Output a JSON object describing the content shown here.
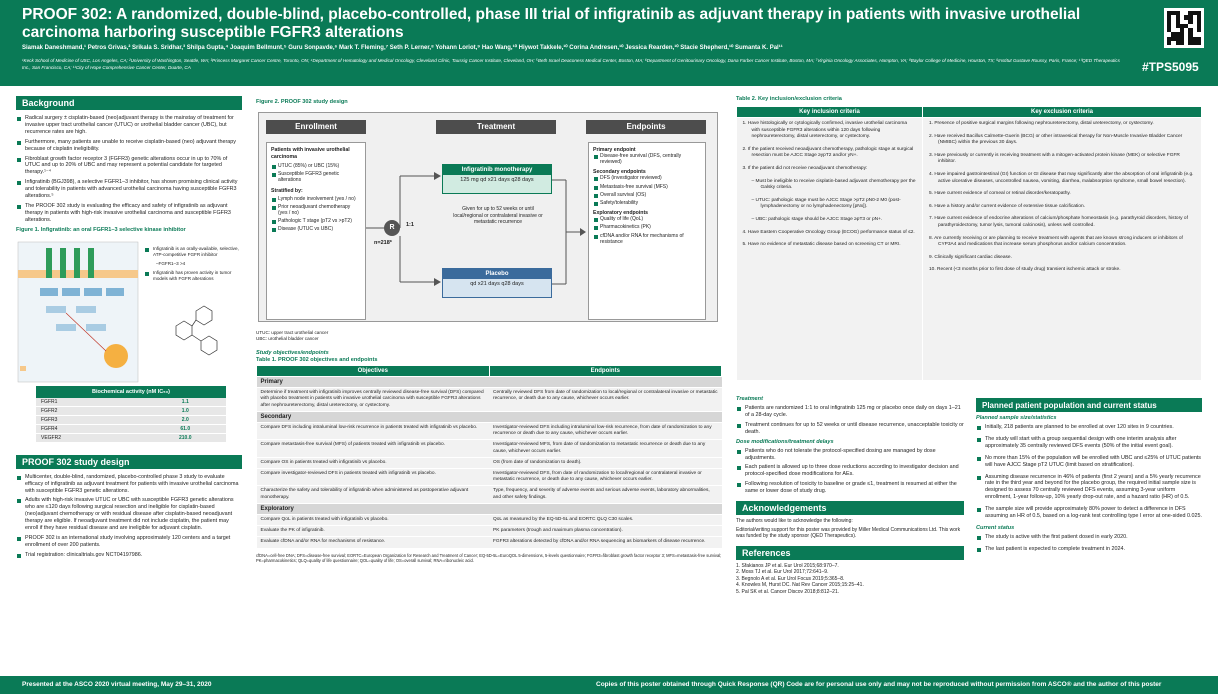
{
  "header": {
    "title": "PROOF 302: A randomized, double-blind, placebo-controlled, phase III trial of infigratinib as adjuvant therapy in patients with invasive urothelial carcinoma harboring susceptible FGFR3 alterations",
    "authors": "Siamak Daneshmand,¹ Petros Grivas,² Srikala S. Sridhar,³ Shilpa Gupta,⁴ Joaquim Bellmunt,⁵ Guru Sonpavde,⁶ Mark T. Fleming,⁷ Seth P. Lerner,⁸ Yohann Loriot,⁹ Hao Wang,¹⁰ Hiywot Takkele,¹⁰ Corina Andresen,¹⁰ Jessica Rearden,¹⁰ Stacie Shepherd,¹⁰ Sumanta K. Pal¹¹",
    "affiliations": "¹Keck School of Medicine of USC, Los Angeles, CA; ²University of Washington, Seattle, WA; ³Princess Margaret Cancer Centre, Toronto, ON; ⁴Department of Hematology and Medical Oncology, Cleveland Clinic, Taussig Cancer Institute, Cleveland, OH; ⁵Beth Israel Deaconess Medical Center, Boston, MA; ⁶Department of Genitourinary Oncology, Dana Farber Cancer Institute, Boston, MA; ⁷Virginia Oncology Associates, Hampton, VA; ⁸Baylor College of Medicine, Houston, TX; ⁹Institut Gustave Roussy, Paris, France; ¹⁰QED Therapeutics Inc., San Francisco, CA; ¹¹City of Hope Comprehensive Cancer Center, Duarte, CA",
    "tag": "#TPS5095"
  },
  "background": {
    "title": "Background",
    "bullets": [
      "Radical surgery ± cisplatin-based (neo)adjuvant therapy is the mainstay of treatment for invasive upper tract urothelial cancer (UTUC) or urothelial bladder cancer (UBC), but recurrence rates are high.",
      "Furthermore, many patients are unable to receive cisplatin-based (neo) adjuvant therapy because of cisplatin ineligibility.",
      "Fibroblast growth factor receptor 3 (FGFR3) genetic alterations occur in up to 70% of UTUC and up to 20% of UBC and may represent a potential candidate for targeted therapy.¹⁻⁴",
      "Infigratinib (BGJ398), a selective FGFR1–3 inhibitor, has shown promising clinical activity and tolerability in patients with advanced urothelial carcinoma having susceptible FGFR3 alterations.⁵",
      "The PROOF 302 study is evaluating the efficacy and safety of infigratinib as adjuvant therapy in patients with high-risk invasive urothelial carcinoma and susceptible FGFR3 alterations."
    ],
    "fig1_title": "Figure 1. Infigratinib: an oral FGFR1–3 selective kinase inhibitor",
    "fig1_notes": [
      "Infigratinib is an orally-available, selective, ATP-competitive FGFR inhibitor",
      "–FGFR1–3 >4",
      "Infigratinib has proven activity in tumor models with FGFR alterations"
    ],
    "bio_title": "Biochemical activity (nM IC₅₀)",
    "bio": [
      [
        "FGFR1",
        "1.1"
      ],
      [
        "FGFR2",
        "1.0"
      ],
      [
        "FGFR3",
        "2.0"
      ],
      [
        "FGFR4",
        "61.0"
      ],
      [
        "VEGFR2",
        "210.0"
      ]
    ]
  },
  "design": {
    "title": "PROOF 302 study design",
    "bullets": [
      "Multicenter, double-blind, randomized, placebo-controlled phase 3 study to evaluate efficacy of infigratinib as adjuvant treatment for patients with invasive urothelial carcinoma with susceptible FGFR3 genetic alterations.",
      "Adults with high-risk invasive UTUC or UBC with susceptible FGFR3 genetic alterations who are ≤120 days following surgical resection and ineligible for cisplatin-based (neo)adjuvant chemotherapy or with residual disease after cisplatin-based neoadjuvant therapy are eligible. If neoadjuvant treatment did not include cisplatin, the patient may enroll if they have residual disease and are ineligible for adjuvant cisplatin.",
      "PROOF 302 is an international study involving approximately 120 centers and a target enrollment of over 200 patients.",
      "Trial registration: clinicaltrials.gov NCT04197986."
    ]
  },
  "fig2": {
    "title": "Figure 2. PROOF 302 study design",
    "h_enroll": "Enrollment",
    "h_treat": "Treatment",
    "h_end": "Endpoints",
    "enroll_head": "Patients with invasive urothelial carcinoma",
    "enroll_items": [
      "UTUC (85%) or UBC (15%)",
      "Susceptible FGFR3 genetic alterations"
    ],
    "strat": "Stratified by:",
    "strat_items": [
      "Lymph node involvement (yes / no)",
      "Prior neoadjuvant chemotherapy (yes / no)",
      "Pathologic T stage (pT2 vs >pT2)",
      "Disease (UTUC vs UBC)"
    ],
    "r": "R",
    "ratio": "1:1",
    "n": "n=218*",
    "arm1": "Infigratinib monotherapy",
    "arm1_dose": "125 mg qd x21 days q28 days",
    "given": "Given for up to 52 weeks or until local/regional or contralateral invasive or metastatic recurrence",
    "arm2": "Placebo",
    "arm2_dose": "qd x21 days q28 days",
    "primary": "Primary endpoint",
    "primary_items": [
      "Disease-free survival (DFS, centrally reviewed)"
    ],
    "secondary": "Secondary endpoints",
    "secondary_items": [
      "DFS (investigator reviewed)",
      "Metastasis-free survival (MFS)",
      "Overall survival (OS)",
      "Safety/tolerability"
    ],
    "exploratory": "Exploratory endpoints",
    "exploratory_items": [
      "Quality of life (QoL)",
      "Pharmacokinetics (PK)",
      "cfDNA and/or RNA for mechanisms of resistance"
    ],
    "abbr1": "UTUC: upper tract urothelial cancer",
    "abbr2": "UBC: urothelial bladder cancer"
  },
  "table1": {
    "section": "Study objectives/endpoints",
    "title": "Table 1. PROOF 302 objectives and endpoints",
    "h1": "Objectives",
    "h2": "Endpoints",
    "rows": [
      {
        "cat": "Primary"
      },
      {
        "o": "Determine if treatment with infigratinib improves centrally reviewed disease-free survival (DFS) compared with placebo treatment in patients with invasive urothelial carcinoma with susceptible FGFR3 alterations after nephroureterectomy, distal ureterectomy, or cystectomy.",
        "e": "Centrally reviewed DFS from date of randomization to local/regional or contralateral invasive or metastatic recurrence, or death due to any cause, whichever occurs earlier."
      },
      {
        "cat": "Secondary"
      },
      {
        "o": "Compare DFS including intraluminal low-risk recurrence in patients treated with infigratinib vs placebo.",
        "e": "Investigator-reviewed DFS including intraluminal low-risk recurrence, from date of randomization to any recurrence or death due to any cause, whichever occurs earlier."
      },
      {
        "o": "Compare metastasis-free survival (MFS) of patients treated with infigratinib vs placebo.",
        "e": "Investigator-reviewed MFS, from date of randomization to metastatic recurrence or death due to any cause, whichever occurs earlier."
      },
      {
        "o": "Compare OS in patients treated with infigratinib vs placebo.",
        "e": "OS (from date of randomization to death)."
      },
      {
        "o": "Compare investigator-reviewed DFS in patients treated with infigratinib vs placebo.",
        "e": "Investigator-reviewed DFS, from date of randomization to local/regional or contralateral invasive or metastatic recurrence, or death due to any cause, whichever occurs earlier."
      },
      {
        "o": "Characterize the safety and tolerability of infigratinib when administered as postoperative adjuvant monotherapy.",
        "e": "Type, frequency, and severity of adverse events and serious adverse events, laboratory abnormalities, and other safety findings."
      },
      {
        "cat": "Exploratory"
      },
      {
        "o": "Compare QoL in patients treated with infigratinib vs placebo.",
        "e": "QoL as measured by the EQ-5D-5L and EORTC QLQ C30 scales."
      },
      {
        "o": "Evaluate the PK of infigratinib.",
        "e": "PK parameters (trough and maximum plasma concentration)."
      },
      {
        "o": "Evaluate cfDNA and/or RNA for mechanisms of resistance.",
        "e": "FGFR3 alterations detected by cfDNA and/or RNA sequencing as biomarkers of disease recurrence."
      }
    ],
    "foot": "cfDNA=cell-free DNA; DFS=disease-free survival; EORTC=European Organization for Research and Treatment of Cancer; EQ-5D-5L=EuroQOL 5-dimensions, 5-levels questionnaire; FGFR3=fibroblast growth factor receptor 3; MFS=metastasis-free survival; PK=pharmacokinetics; QLQ=quality of life questionnaire; QOL=quality of life; OS=overall survival; RNA=ribonucleic acid."
  },
  "table2": {
    "title": "Table 2. Key inclusion/exclusion criteria",
    "h1": "Key inclusion criteria",
    "h2": "Key exclusion criteria",
    "inc": [
      "1.  Have histologically or cytologically confirmed, invasive urothelial carcinoma with susceptible FGFR3 alterations within 120 days following nephroureterectomy, distal ureterectomy, or cystectomy.",
      "2.  If the patient received neoadjuvant chemotherapy, pathologic stage at surgical resection must be AJCC Stage ≥ypT2 and/or yN+.",
      "3.  If the patient did not receive neoadjuvant chemotherapy:",
      "–  Must be ineligible to receive cisplatin-based adjuvant chemotherapy per the Galsky criteria.",
      "–  UTUC: pathologic stage must be AJCC Stage >pT2 pN0-2 M0 (post-lymphadenectomy or no lymphadenectomy [pNx]).",
      "–  UBC: pathologic stage should be AJCC Stage ≥pT3 or pN+.",
      "4.  Have Eastern Cooperative Oncology Group (ECOG) performance status of ≤2.",
      "5.  Have no evidence of metastatic disease based on screening CT or MRI."
    ],
    "exc": [
      "1.  Presence of positive surgical margins following nephroureterectomy, distal ureterectomy, or cystectomy.",
      "2.  Have received Bacillus Calmette-Guerin (BCG) or other intravesical therapy for Non-Muscle Invasive Bladder Cancer (NMIBC) within the previous 30 days.",
      "3.  Have previously or currently is receiving treatment with a mitogen-activated protein kinase (MEK) or selective FGFR inhibitor.",
      "4.  Have impaired gastrointestinal (GI) function or GI disease that may significantly alter the absorption of oral infigratinib (e.g. active ulcerative diseases, uncontrolled nausea, vomiting, diarrhea, malabsorption syndrome, small bowel resection).",
      "5.  Have current evidence of corneal or retinal disorder/keratopathy.",
      "6.  Have a history and/or current evidence of extensive tissue calcification.",
      "7.  Have current evidence of endocrine alterations of calcium/phosphate homeostasis (e.g. parathyroid disorders, history of parathyroidectomy, tumor lysis, tumoral calcinosis), unless well controlled.",
      "8.  Are currently receiving or are planning to receive treatment with agents that are known strong inducers or inhibitors of CYP3A4 and medications that increase serum phosphorus and/or calcium concentration.",
      "9.  Clinically significant cardiac disease.",
      "10. Recent (<3 months prior to first dose of study drug) transient ischemic attack or stroke."
    ]
  },
  "treatment": {
    "title": "Treatment",
    "bullets": [
      "Patients are randomized 1:1 to oral infigratinib 125 mg or placebo once daily on days 1–21 of a 28-day cycle.",
      "Treatment continues for up to 52 weeks or until disease recurrence, unacceptable toxicity or death."
    ],
    "mod_title": "Dose modifications/treatment delays",
    "mod_bullets": [
      "Patients who do not tolerate the protocol-specified dosing are managed by dose adjustments.",
      "Each patient is allowed up to three dose reductions according to investigator decision and protocol-specified dose modifications for AEs.",
      "Following resolution of toxicity to baseline or grade ≤1, treatment is resumed at either the same or lower dose of study drug."
    ]
  },
  "ack": {
    "title": "Acknowledgements",
    "lines": [
      "The authors would like to acknowledge the following:",
      "Editorial/writing support for this poster was provided by Miller Medical Communications Ltd. This work was funded by the study sponsor (QED Therapeutics)."
    ]
  },
  "refs": {
    "title": "References",
    "items": [
      "1. Sfakianos JP et al. Eur Urol 2015;68:970–7.",
      "2. Moss TJ et al. Eur Urol 2017;72:641–9.",
      "3. Begnolo A et al. Eur Urol Focus 2019;5:365–8.",
      "4. Knowles M, Hurst DC. Nat Rev Cancer 2015;15:25–41.",
      "5. Pal SK et al. Cancer Discov 2018;8:812–21."
    ]
  },
  "planned": {
    "title": "Planned patient population and current status",
    "sub1": "Planned sample size/statistics",
    "bullets": [
      "Initially, 218 patients are planned to be enrolled at over 120 sites in 9 countries.",
      "The study will start with a group sequential design with one interim analysis after approximately 35 centrally reviewed DFS events (50% of the initial event goal).",
      "No more than 15% of the population will be enrolled with UBC and ≤25% of UTUC patients will have AJCC Stage pT2 UTUC (limit based on stratification).",
      "Assuming disease recurrence in 46% of patients (first 2 years) and a 5% yearly recurrence rate in the third year and beyond for the placebo group, the required initial sample size is designed to assess 70 centrally reviewed DFS events, assuming 3-year uniform enrollment, 1-year follow-up, 10% yearly drop-out rate, and a hazard ratio (HR) of 0.5.",
      "The sample size will provide approximately 80% power to detect a difference in DFS assuming an HR of 0.5, based on a log-rank test controlling type I error at one-sided 0.025."
    ],
    "sub2": "Current status",
    "status": [
      "The study is active with the first patient dosed in early 2020.",
      "The last patient is expected to complete treatment in 2024."
    ]
  },
  "footer": {
    "left": "Presented at the ASCO 2020 virtual meeting, May 29–31, 2020",
    "right": "Copies of this poster obtained through Quick Response (QR) Code are for personal use only and may not be reproduced without permission from ASCO® and the author of this poster"
  }
}
